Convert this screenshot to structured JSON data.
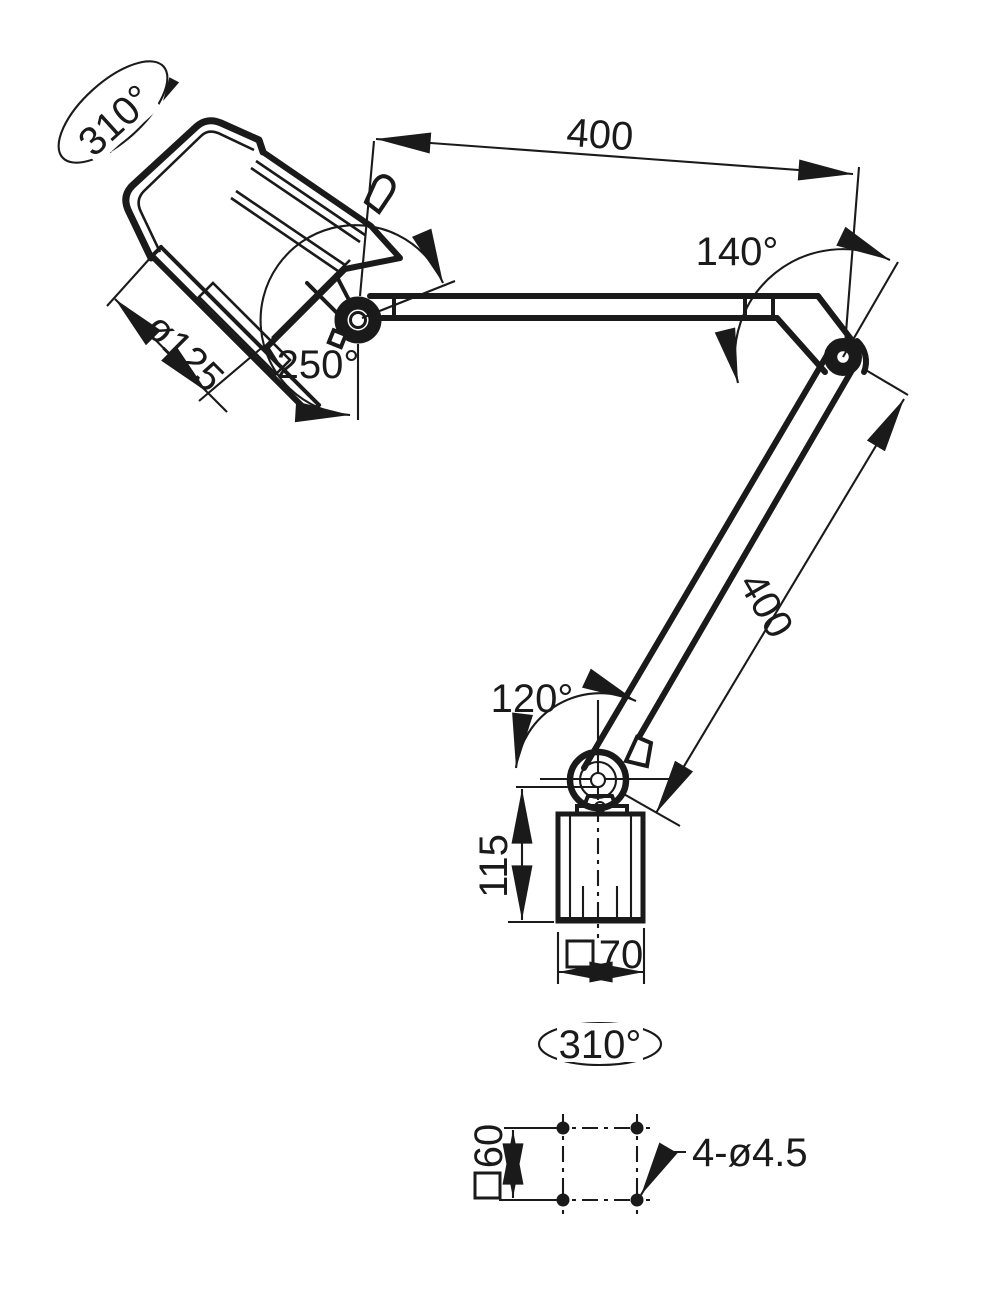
{
  "drawing": {
    "background": "#ffffff",
    "line_color": "#1a1a1a",
    "labels": {
      "head_swivel_angle": "310°",
      "upper_arm_length": "400",
      "elbow_swing_angle": "140°",
      "head_diameter": "ø125",
      "head_pivot_angle": "250°",
      "lower_arm_length": "400",
      "base_pivot_angle": "120°",
      "base_height": "115",
      "base_width": "70",
      "base_rotation_angle": "310°",
      "mount_hole_spacing": "60",
      "mount_holes": "4-ø4.5"
    },
    "symbols": {
      "square_symbol": "□",
      "diameter_symbol": "ø",
      "degree_symbol": "°"
    }
  }
}
